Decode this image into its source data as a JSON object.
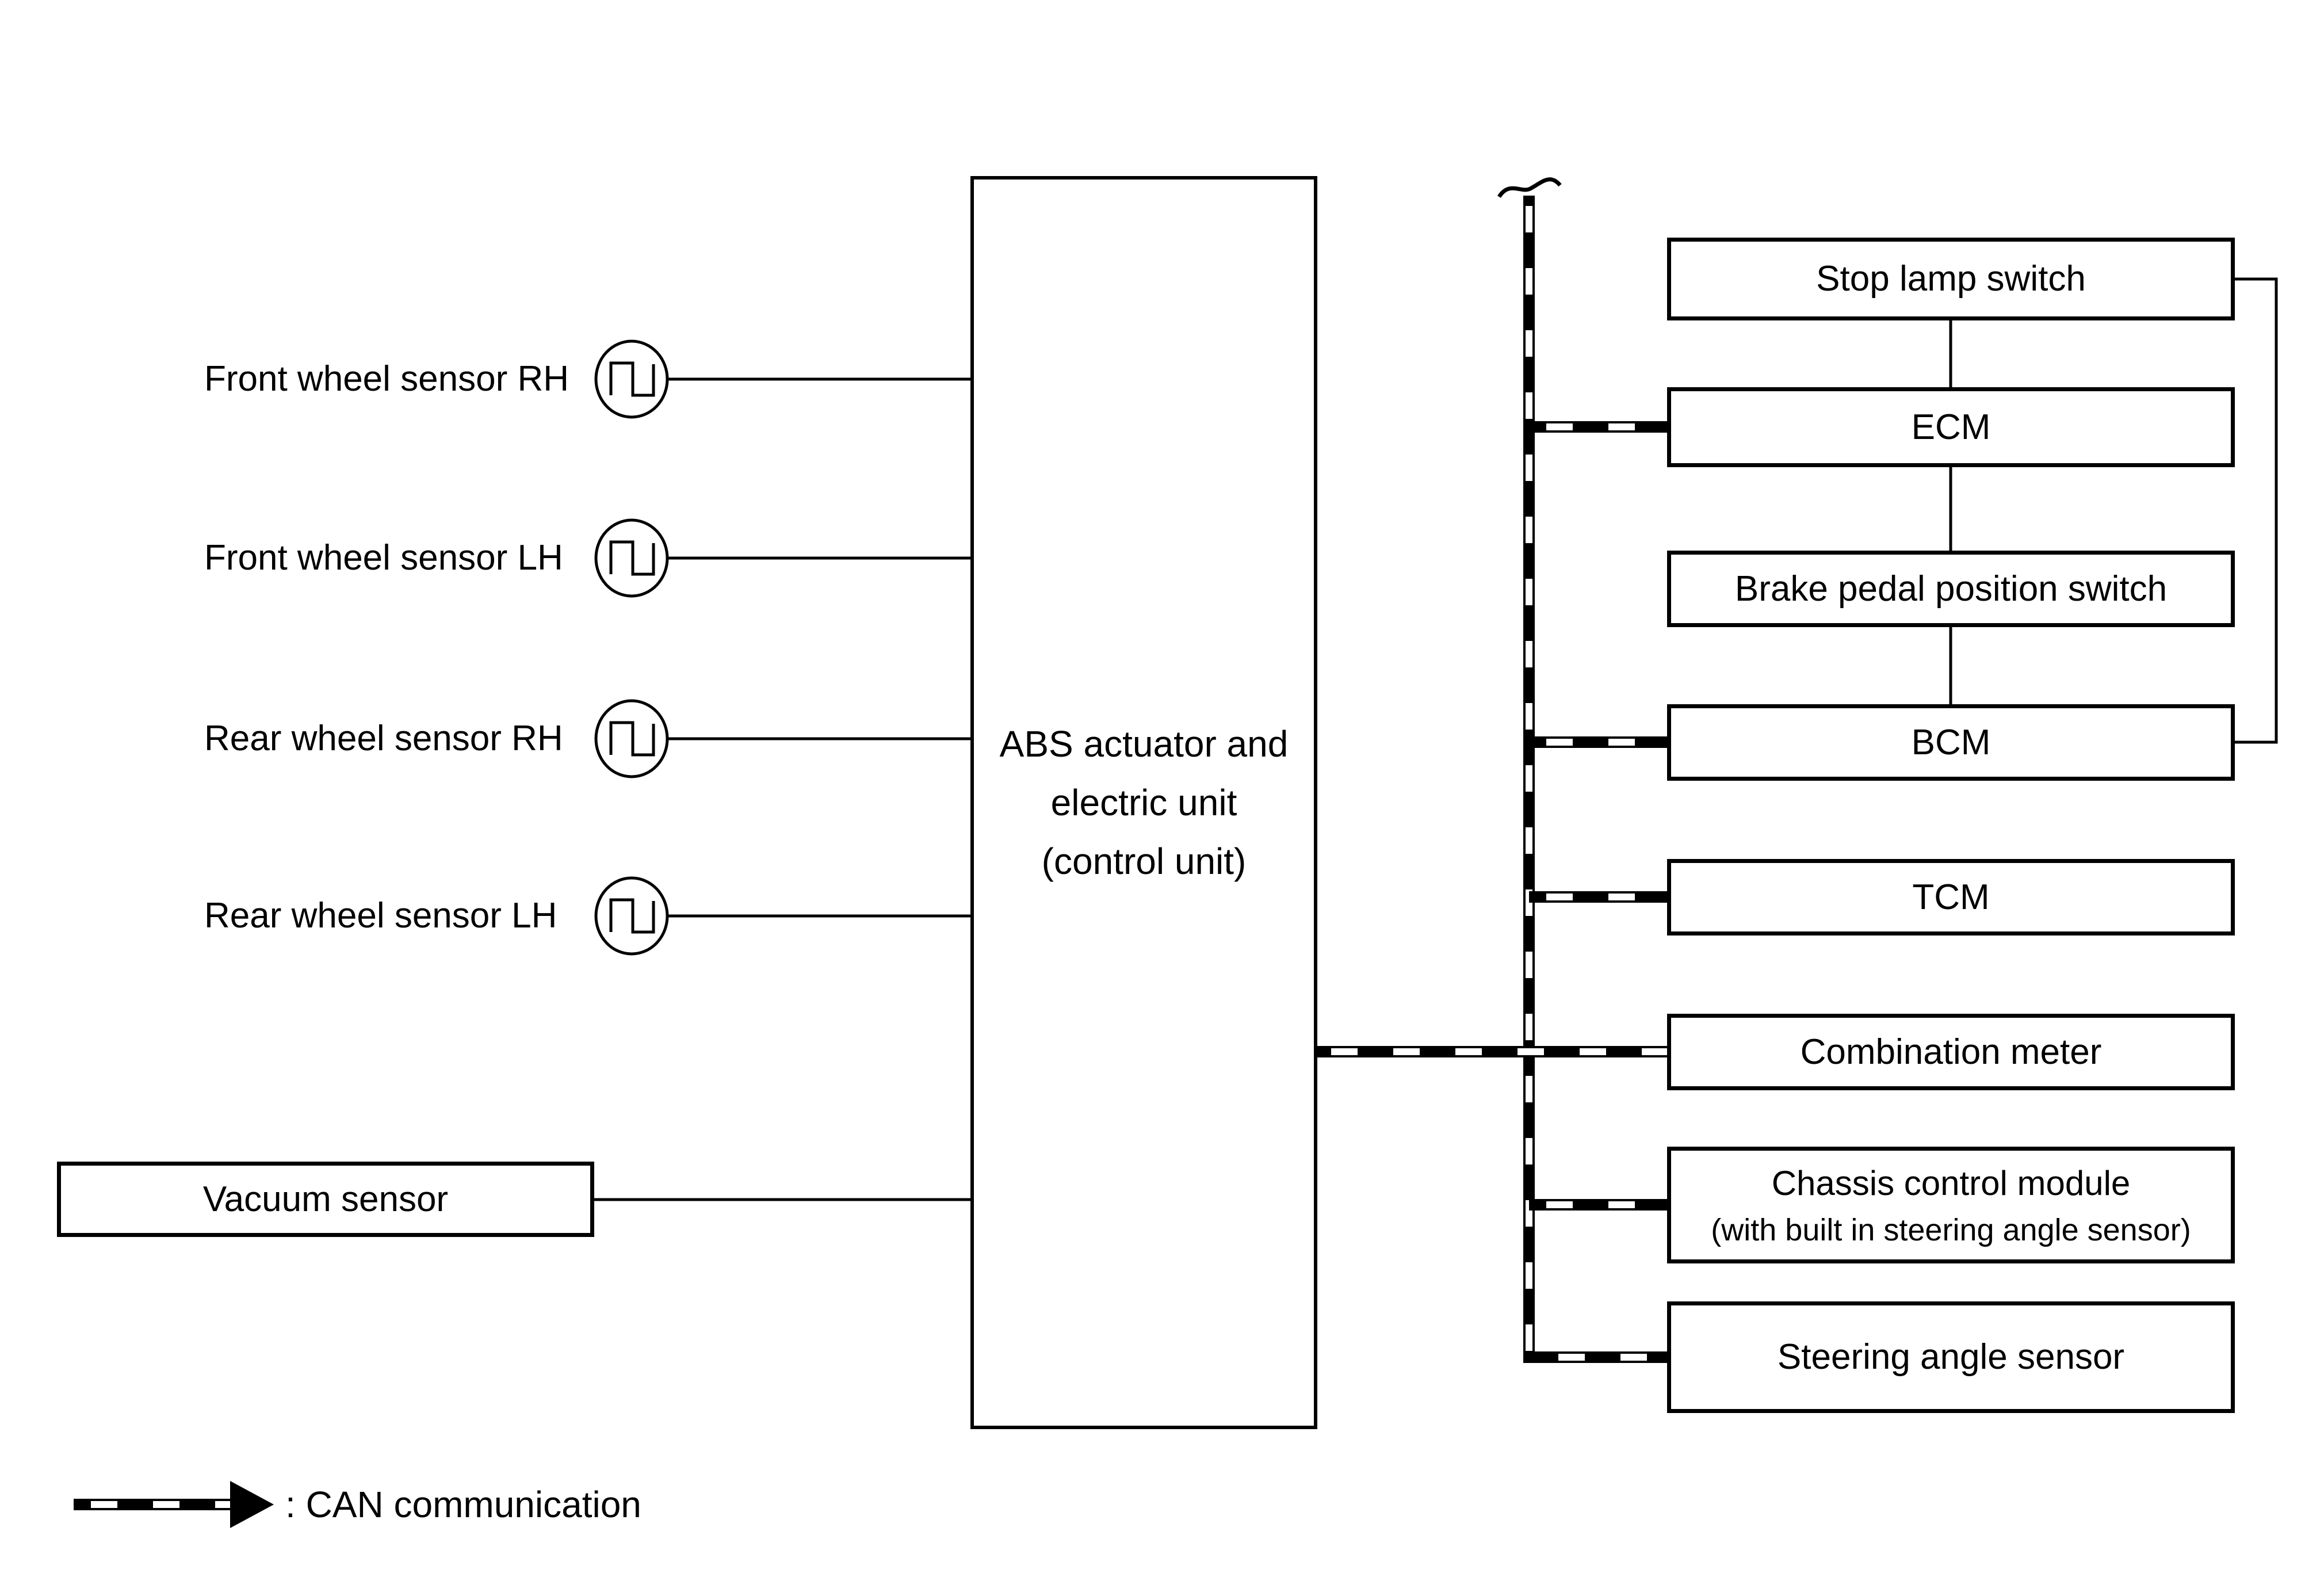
{
  "diagram": {
    "abs_unit": {
      "label_lines": [
        "ABS actuator and",
        "electric unit",
        "(control unit)"
      ]
    },
    "sensors": [
      {
        "label": "Front wheel sensor RH"
      },
      {
        "label": "Front wheel sensor LH"
      },
      {
        "label": "Rear wheel sensor RH"
      },
      {
        "label": "Rear wheel sensor LH"
      }
    ],
    "vacuum_sensor": {
      "label": "Vacuum sensor"
    },
    "modules": [
      {
        "label": "Stop lamp switch"
      },
      {
        "label": "ECM"
      },
      {
        "label": "Brake pedal position switch"
      },
      {
        "label": "BCM"
      },
      {
        "label": "TCM"
      },
      {
        "label": "Combination meter"
      },
      {
        "label": "Chassis control module",
        "label2": "(with built in steering angle sensor)"
      },
      {
        "label": "Steering angle sensor"
      }
    ],
    "legend": {
      "label": ": CAN communication"
    },
    "colors": {
      "line": "#000000",
      "background": "#ffffff"
    }
  }
}
